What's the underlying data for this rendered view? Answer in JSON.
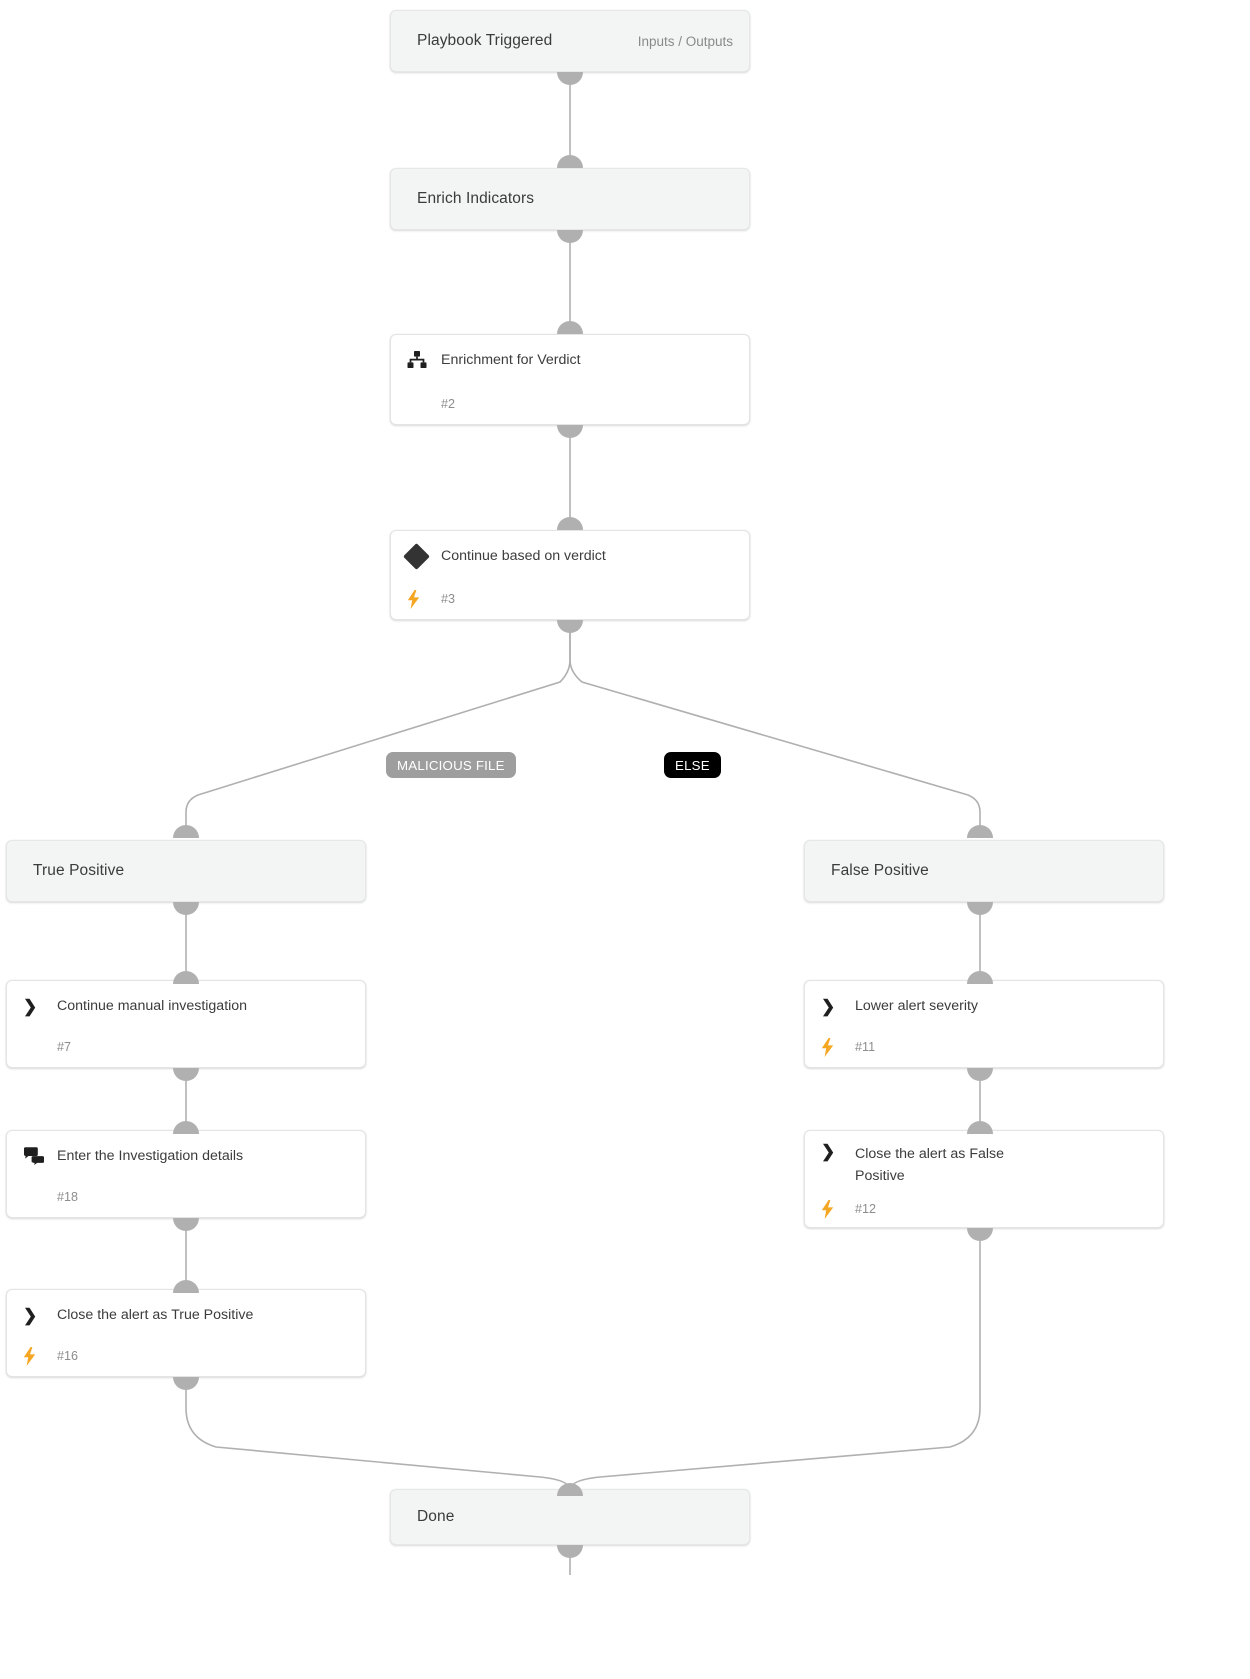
{
  "diagram": {
    "type": "playbook-workflow",
    "colors": {
      "section_node_bg": "#f3f4f4",
      "task_node_bg": "#ffffff",
      "edge": "#b0b0b0",
      "port": "#b0b0b0",
      "bolt": "#f5a623",
      "badge_condition": "#9e9e9e",
      "badge_else": "#000000",
      "text_primary": "#3c3c3c",
      "text_muted": "#8d8d8d"
    },
    "nodes": [
      {
        "id": "start",
        "kind": "section",
        "title": "Playbook Triggered",
        "meta": "Inputs / Outputs"
      },
      {
        "id": "enrich-indicators",
        "kind": "section",
        "title": "Enrich Indicators",
        "meta": ""
      },
      {
        "id": "enrichment-for-verdict",
        "kind": "task",
        "icon": "sub-playbook-icon",
        "label": "Enrichment for Verdict",
        "task_id": "#2",
        "automated": false
      },
      {
        "id": "continue-based-on-verdict",
        "kind": "task",
        "icon": "condition-diamond-icon",
        "label": "Continue based on verdict",
        "task_id": "#3",
        "automated": true
      },
      {
        "id": "true-positive",
        "kind": "section",
        "title": "True Positive",
        "meta": ""
      },
      {
        "id": "false-positive",
        "kind": "section",
        "title": "False Positive",
        "meta": ""
      },
      {
        "id": "continue-manual-investigation",
        "kind": "task",
        "icon": "command-chevron-icon",
        "label": "Continue manual investigation",
        "task_id": "#7",
        "automated": false
      },
      {
        "id": "lower-alert-severity",
        "kind": "task",
        "icon": "command-chevron-icon",
        "label": "Lower alert severity",
        "task_id": "#11",
        "automated": true
      },
      {
        "id": "enter-investigation-details",
        "kind": "task",
        "icon": "data-collection-icon",
        "label": "Enter the Investigation details",
        "task_id": "#18",
        "automated": false
      },
      {
        "id": "close-alert-false-positive",
        "kind": "task",
        "icon": "command-chevron-icon",
        "label": "Close the alert as False Positive",
        "task_id": "#12",
        "automated": true
      },
      {
        "id": "close-alert-true-positive",
        "kind": "task",
        "icon": "command-chevron-icon",
        "label": "Close the alert as True Positive",
        "task_id": "#16",
        "automated": true
      },
      {
        "id": "done",
        "kind": "section",
        "title": "Done",
        "meta": ""
      }
    ],
    "branches": [
      {
        "id": "branch-malicious-file",
        "label": "MALICIOUS FILE",
        "style": "condition"
      },
      {
        "id": "branch-else",
        "label": "ELSE",
        "style": "else"
      }
    ]
  }
}
